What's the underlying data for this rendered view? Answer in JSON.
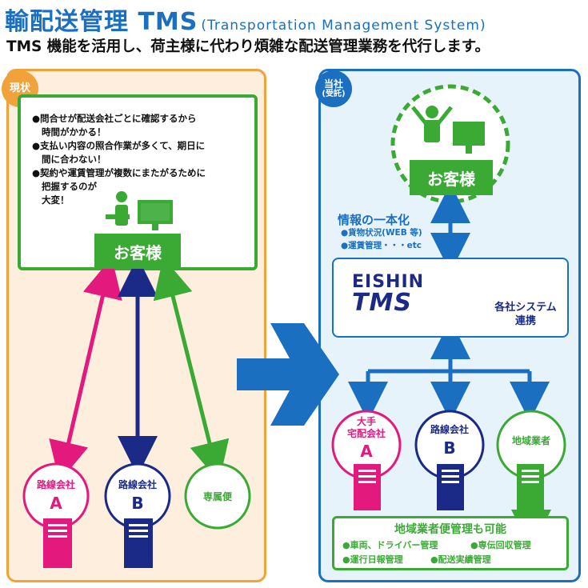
{
  "title": {
    "main": "輸配送管理 TMS",
    "sub": "(Transportation Management System)"
  },
  "subtitle": "TMS 機能を活用し、荷主様に代わり煩雑な配送管理業務を代行します。",
  "left": {
    "badge": "現状",
    "issues": [
      "●問合せが配送会社ごとに確認するから",
      "時間がかかる！",
      "●支払い内容の照合作業が多くて、期日に",
      "間に合わない！",
      "●契約や運賃管理が複数にまたがるために",
      "把握するのが",
      "大変！"
    ],
    "customer": "お客様",
    "nodes": [
      {
        "label": "路線会社",
        "letter": "A"
      },
      {
        "label": "路線会社",
        "letter": "B"
      },
      {
        "label": "専属便",
        "letter": ""
      }
    ]
  },
  "right": {
    "badge_line1": "当社",
    "badge_line2": "(受託)",
    "customer": "お客様",
    "info_title": "情報の一本化",
    "info_items": [
      "●貨物状況(WEB 等)",
      "●運賃管理・・・etc"
    ],
    "logo_line1": "EISHIN",
    "logo_line2": "TMS",
    "system_link": [
      "各社システム",
      "連携"
    ],
    "nodes": [
      {
        "label_line1": "大手",
        "label_line2": "宅配会社",
        "letter": "A"
      },
      {
        "label_line1": "路線会社",
        "label_line2": "",
        "letter": "B"
      },
      {
        "label_line1": "地域業者",
        "label_line2": "",
        "letter": ""
      }
    ],
    "region_title": "地域業者便管理も可能",
    "region_items": [
      [
        "●車両、ドライバー管理",
        "●専伝回収管理"
      ],
      [
        "●運行日報管理",
        "●配送実績管理"
      ]
    ]
  },
  "colors": {
    "blue": "#1a6fc0",
    "navy": "#1a2a86",
    "green": "#3aaa35",
    "magenta": "#e4197d",
    "orange": "#f1a23a"
  }
}
